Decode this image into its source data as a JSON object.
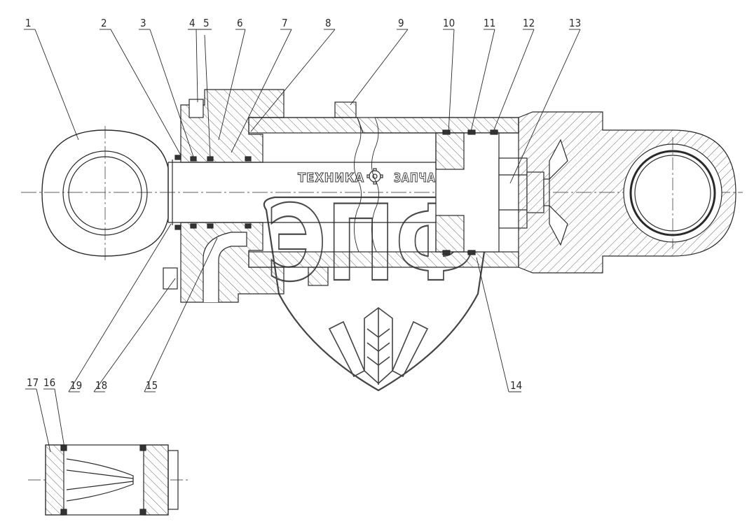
{
  "drawing": {
    "part_numbers": [
      "1",
      "2",
      "3",
      "4",
      "5",
      "6",
      "7",
      "8",
      "9",
      "10",
      "11",
      "12",
      "13",
      "14",
      "15",
      "16",
      "17",
      "18",
      "19"
    ]
  },
  "watermark": {
    "text_left": "ТЕХНИКА",
    "text_right": "ЗАПЧАСТИ",
    "logo_letters": "ЭПФ",
    "gear_icon": "gear-icon",
    "wheat_icon": "wheat-icon"
  },
  "colors": {
    "line": "#2a2a2a",
    "hatch": "#555555",
    "background": "#ffffff"
  }
}
